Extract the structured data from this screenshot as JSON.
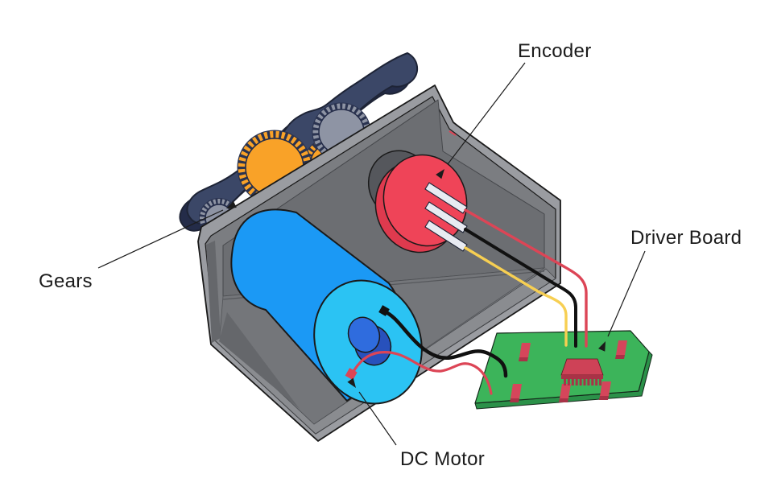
{
  "labels": {
    "encoder": "Encoder",
    "gears": "Gears",
    "driver_board": "Driver Board",
    "dc_motor": "DC Motor"
  },
  "colors": {
    "background": "#FFFFFF",
    "housing_gray": "#7B7D81",
    "housing_light": "#9A9CA1",
    "housing_panel": "#6C6E72",
    "arm_navy": "#3B4767",
    "arm_shadow_navy": "#242C49",
    "gear_orange": "#F9A228",
    "gear_gray": "#8E94A4",
    "encoder_red": "#EF4458",
    "encoder_mount_gray": "#55575C",
    "motor_body_blue": "#1B99F5",
    "motor_face_cyan": "#2BC3F3",
    "hub_blue_dark": "#2851BC",
    "hub_blue": "#2F6CDE",
    "board_green": "#3CB45A",
    "board_edge_green": "#2B9149",
    "component_red": "#D5465B",
    "component_base_red": "#A93247",
    "chip_red": "#CE4257",
    "wire_red": "#DC4556",
    "wire_yellow": "#F7CF52",
    "wire_black": "#111111",
    "pin_strip_white": "#E8EBF2"
  },
  "parts": [
    {
      "id": "gears",
      "label": "Gears"
    },
    {
      "id": "encoder",
      "label": "Encoder"
    },
    {
      "id": "dc_motor",
      "label": "DC Motor"
    },
    {
      "id": "driver_board",
      "label": "Driver Board"
    }
  ]
}
